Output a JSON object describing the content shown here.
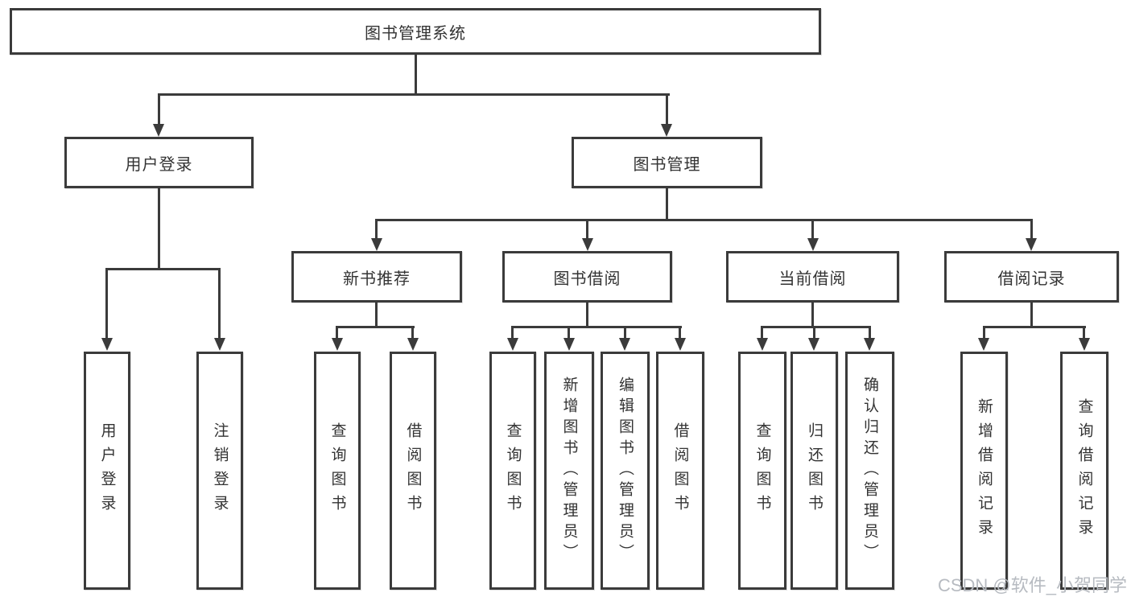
{
  "diagram": {
    "root": {
      "label": "图书管理系统"
    },
    "level2": [
      {
        "label": "用户登录"
      },
      {
        "label": "图书管理"
      }
    ],
    "level3": [
      {
        "label": "新书推荐"
      },
      {
        "label": "图书借阅"
      },
      {
        "label": "当前借阅"
      },
      {
        "label": "借阅记录"
      }
    ],
    "leaves": {
      "login": [
        "用户登录",
        "注销登录"
      ],
      "rec": [
        "查询图书",
        "借阅图书"
      ],
      "borrow": [
        "查询图书",
        "新增图书（管理员）",
        "编辑图书（管理员）",
        "借阅图书"
      ],
      "current": [
        "查询图书",
        "归还图书",
        "确认归还（管理员）"
      ],
      "record": [
        "新增借阅记录",
        "查询借阅记录"
      ]
    }
  },
  "watermark": {
    "text": "CSDN @软件_小贺同学"
  },
  "colors": {
    "line": "#3b3b3b",
    "text": "#333333",
    "watermark": "#b7bbc1",
    "background": "#ffffff"
  }
}
